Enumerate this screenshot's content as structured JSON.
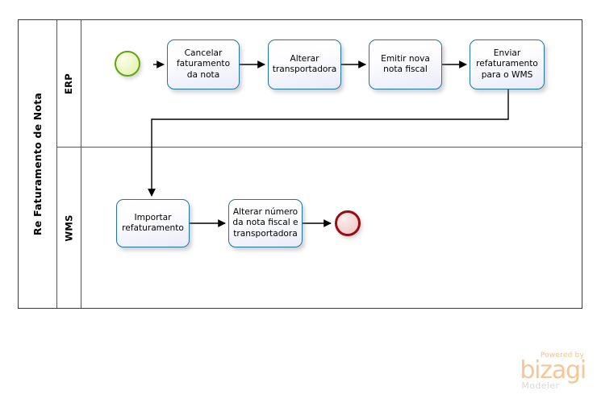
{
  "diagram": {
    "type": "bpmn-process",
    "pool": {
      "name": "Re Faturamento de Nota"
    },
    "lanes": [
      {
        "id": "erp",
        "name": "ERP"
      },
      {
        "id": "wms",
        "name": "WMS"
      }
    ],
    "events": [
      {
        "id": "start-1",
        "kind": "start-event",
        "lane": "erp",
        "label": ""
      },
      {
        "id": "end-1",
        "kind": "end-event",
        "lane": "wms",
        "label": ""
      }
    ],
    "tasks": [
      {
        "id": "task-1",
        "lane": "erp",
        "label": "Cancelar faturamento da nota"
      },
      {
        "id": "task-2",
        "lane": "erp",
        "label": "Alterar transportadora"
      },
      {
        "id": "task-3",
        "lane": "erp",
        "label": "Emitir nova nota fiscal"
      },
      {
        "id": "task-4",
        "lane": "erp",
        "label": "Enviar refaturamento para o WMS"
      },
      {
        "id": "task-5",
        "lane": "wms",
        "label": "Importar refaturamento"
      },
      {
        "id": "task-6",
        "lane": "wms",
        "label": "Alterar número da nota fiscal e transportadora"
      }
    ],
    "flows": [
      {
        "from": "start-1",
        "to": "task-1"
      },
      {
        "from": "task-1",
        "to": "task-2"
      },
      {
        "from": "task-2",
        "to": "task-3"
      },
      {
        "from": "task-3",
        "to": "task-4"
      },
      {
        "from": "task-4",
        "to": "task-5"
      },
      {
        "from": "task-5",
        "to": "task-6"
      },
      {
        "from": "task-6",
        "to": "end-1"
      }
    ],
    "colors": {
      "task_border": "#1c76a8",
      "task_fill": "#eff0f9",
      "start_event_border": "#5ea70c",
      "start_event_fill": "#e7f4c2",
      "end_event_border": "#9b0b12",
      "end_event_fill": "#f5d6d6",
      "frame": "#3a3a3a",
      "connector": "#000000",
      "brand": "#f6c694"
    }
  },
  "footer": {
    "powered_by": "Powered by",
    "brand": "bizagi",
    "product": "Modeler"
  }
}
